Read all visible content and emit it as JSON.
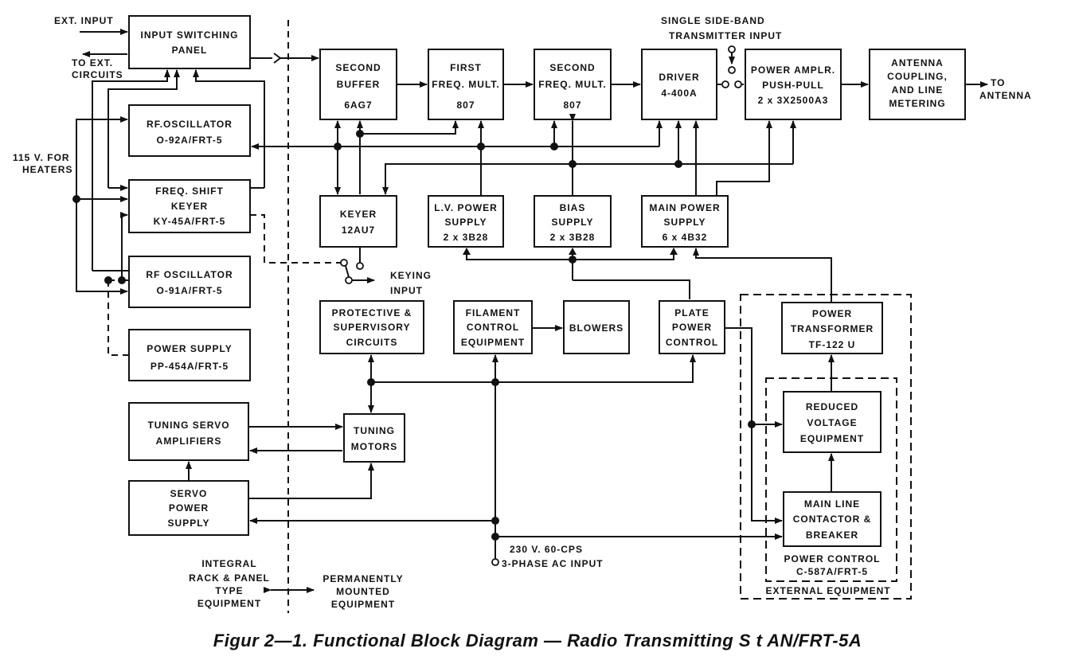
{
  "caption": "Figur  2—1.   Functional Block Diagram — Radio Transmitting S  t AN/FRT-5A",
  "blocks": {
    "input_switching": [
      "INPUT SWITCHING",
      "PANEL"
    ],
    "rf_osc_92": [
      "RF.OSCILLATOR",
      "O-92A/FRT-5"
    ],
    "fsk": [
      "FREQ. SHIFT",
      "KEYER",
      "KY-45A/FRT-5"
    ],
    "rf_osc_91": [
      "RF OSCILLATOR",
      "O-91A/FRT-5"
    ],
    "power_supply": [
      "POWER SUPPLY",
      "PP-454A/FRT-5"
    ],
    "tuning_servo": [
      "TUNING SERVO",
      "AMPLIFIERS"
    ],
    "servo_ps": [
      "SERVO",
      "POWER",
      "SUPPLY"
    ],
    "second_buffer": [
      "SECOND",
      "BUFFER",
      "6AG7"
    ],
    "first_mult": [
      "FIRST",
      "FREQ. MULT.",
      "807"
    ],
    "second_mult": [
      "SECOND",
      "FREQ. MULT.",
      "807"
    ],
    "driver": [
      "DRIVER",
      "4-400A"
    ],
    "pa": [
      "POWER AMPLR.",
      "PUSH-PULL",
      "2 x 3X2500A3"
    ],
    "antenna_coupling": [
      "ANTENNA",
      "COUPLING,",
      "AND LINE",
      "METERING"
    ],
    "keyer": [
      "KEYER",
      "12AU7"
    ],
    "lv_ps": [
      "L.V. POWER",
      "SUPPLY",
      "2 x 3B28"
    ],
    "bias": [
      "BIAS",
      "SUPPLY",
      "2 x 3B28"
    ],
    "main_ps": [
      "MAIN POWER",
      "SUPPLY",
      "6 x 4B32"
    ],
    "protective": [
      "PROTECTIVE &",
      "SUPERVISORY",
      "CIRCUITS"
    ],
    "filament": [
      "FILAMENT",
      "CONTROL",
      "EQUIPMENT"
    ],
    "blowers": [
      "BLOWERS"
    ],
    "plate_control": [
      "PLATE",
      "POWER",
      "CONTROL"
    ],
    "power_transformer": [
      "POWER",
      "TRANSFORMER",
      "TF-122 U"
    ],
    "tuning_motors": [
      "TUNING",
      "MOTORS"
    ],
    "reduced_voltage": [
      "REDUCED",
      "VOLTAGE",
      "EQUIPMENT"
    ],
    "main_line": [
      "MAIN LINE",
      "CONTACTOR &",
      "BREAKER"
    ]
  },
  "labels": {
    "ext_input": "EXT. INPUT",
    "to_ext": [
      "TO EXT.",
      "CIRCUITS"
    ],
    "heaters": [
      "115 V. FOR",
      "HEATERS"
    ],
    "ssb": [
      "SINGLE SIDE-BAND",
      "TRANSMITTER INPUT"
    ],
    "to_antenna": [
      "TO",
      "ANTENNA"
    ],
    "keying_input": [
      "KEYING",
      "INPUT"
    ],
    "ac_input": [
      "230 V. 60-CPS",
      "3-PHASE AC INPUT"
    ],
    "power_control": [
      "POWER CONTROL",
      "C-587A/FRT-5"
    ],
    "external_equipment": "EXTERNAL EQUIPMENT",
    "integral": [
      "INTEGRAL",
      "RACK & PANEL",
      "TYPE",
      "EQUIPMENT"
    ],
    "permanent": [
      "PERMANENTLY",
      "MOUNTED",
      "EQUIPMENT"
    ]
  }
}
